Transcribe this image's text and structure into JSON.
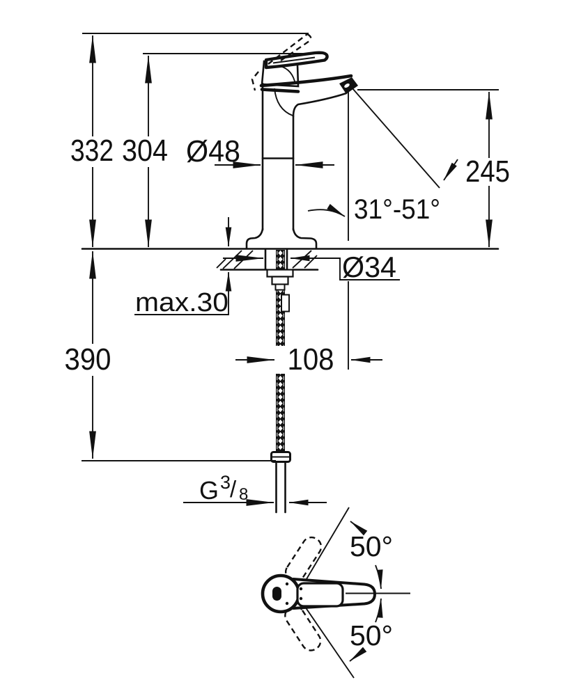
{
  "drawing": {
    "type": "technical dimension drawing",
    "subject": "single-lever basin mixer (tall body), side elevation with mounting hose and handle top view",
    "units": "mm",
    "colors": {
      "line": "#111111",
      "background": "#ffffff"
    },
    "dimensions": {
      "overall_height": "332",
      "height_to_lever_top": "304",
      "body_diameter": "Ø48",
      "spout_outlet_height": "245",
      "spout_angle_range": "31°-51°",
      "mounting_hole_diameter": "Ø34",
      "max_deck_thickness": "max.30",
      "hose_length_below_deck": "390",
      "spout_projection": "108",
      "thread": {
        "prefix": "G",
        "numerator": "3",
        "slash": "/",
        "denominator": "8"
      },
      "handle_swing_up": "50°",
      "handle_swing_down": "50°"
    }
  }
}
